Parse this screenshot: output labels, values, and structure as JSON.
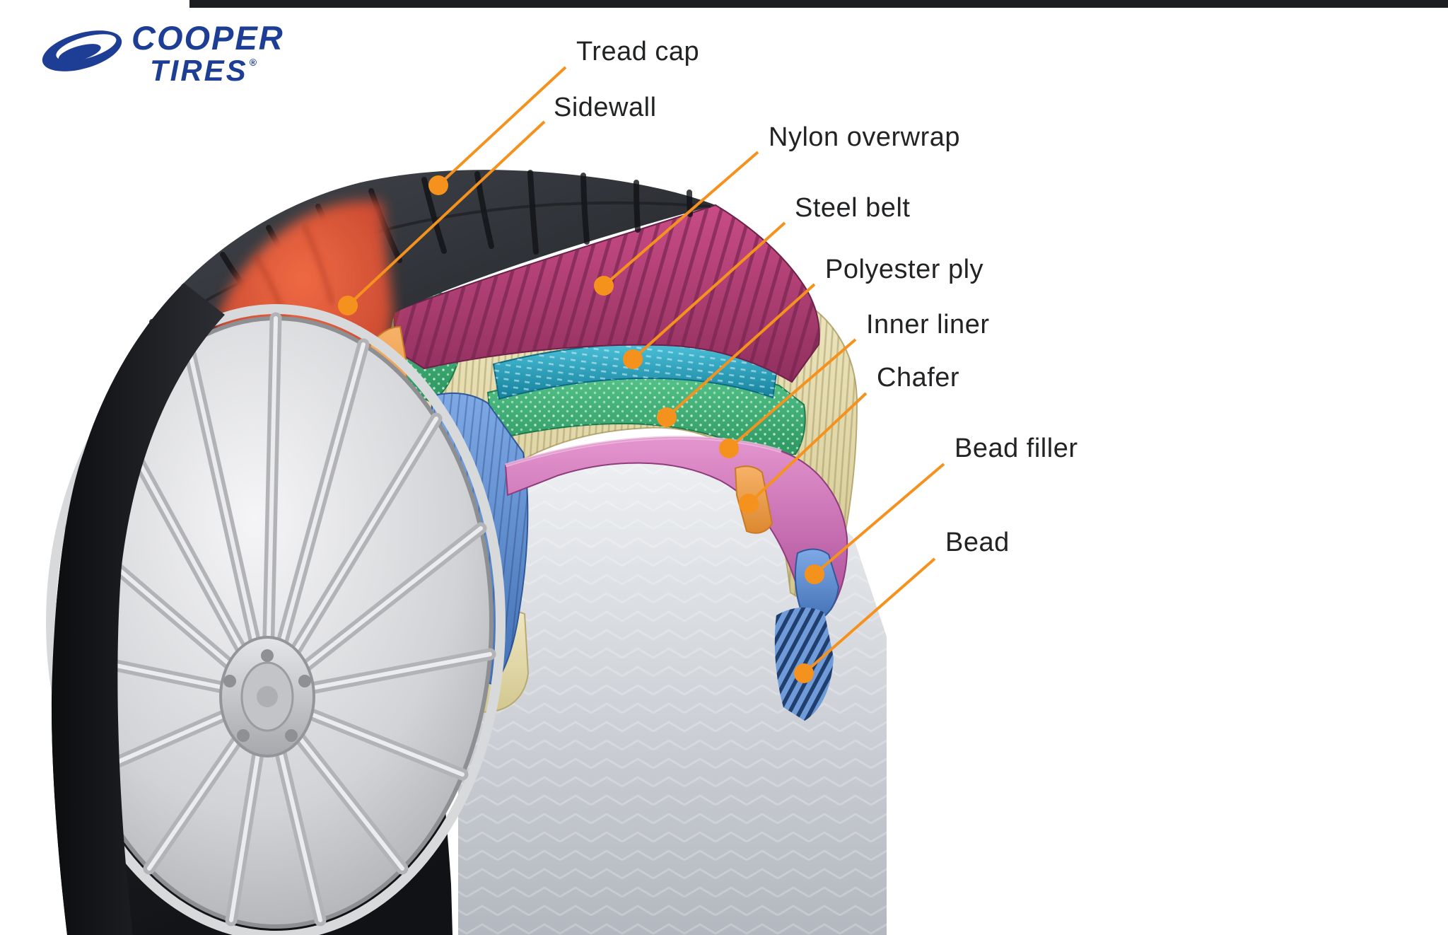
{
  "brand": {
    "line1": "COOPER",
    "line2": "TIRES",
    "registered": "®"
  },
  "labels": [
    {
      "id": "tread-cap",
      "text": "Tread cap"
    },
    {
      "id": "sidewall",
      "text": "Sidewall"
    },
    {
      "id": "nylon-overwrap",
      "text": "Nylon overwrap"
    },
    {
      "id": "steel-belt",
      "text": "Steel belt"
    },
    {
      "id": "polyester-ply",
      "text": "Polyester ply"
    },
    {
      "id": "inner-liner",
      "text": "Inner liner"
    },
    {
      "id": "chafer",
      "text": "Chafer"
    },
    {
      "id": "bead-filler",
      "text": "Bead filler"
    },
    {
      "id": "bead",
      "text": "Bead"
    }
  ],
  "colors": {
    "callout": "#F5921E",
    "brand_navy": "#1D3E94",
    "tread_rubber": "#2F3237",
    "sidewall_highlight": "#E25539",
    "nylon_overwrap": "#B83B72",
    "steel_belt": "#29A8C4",
    "polyester_ply": "#3FAE72",
    "body_ply": "#E3DAA8",
    "inner_liner": "#CE74BA",
    "chafer": "#F0A050",
    "bead_filler": "#5B8FD4",
    "bead": "#2E4F86",
    "inner_surface": "#C9CDD3"
  }
}
